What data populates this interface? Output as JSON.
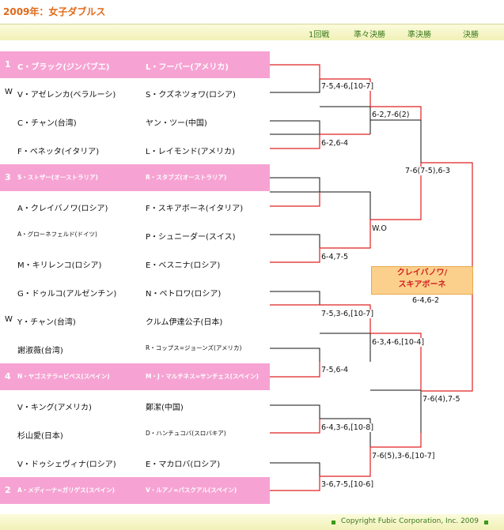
{
  "title": "2009年：女子ダブルス",
  "headers": [
    "1回戦",
    "準々決勝",
    "準決勝",
    "決勝"
  ],
  "rows": [
    {
      "prefix": "1",
      "p1": "C・ブラック(ジンバブエ)",
      "p2": "L・フーバー(アメリカ)",
      "seed": true
    },
    {
      "prefix": "W",
      "p1": "V・アゼレンカ(ベラルーシ)",
      "p2": "S・クズネツォワ(ロシア)"
    },
    {
      "prefix": "",
      "p1": "C・チャン(台湾)",
      "p2": "ヤン・ツー(中国)"
    },
    {
      "prefix": "",
      "p1": "F・ペネッタ(イタリア)",
      "p2": "L・レイモンド(アメリカ)"
    },
    {
      "prefix": "3",
      "p1": "S・ストザー(オーストラリア)",
      "p2": "R・スタブズ(オーストラリア)",
      "seed": true
    },
    {
      "prefix": "",
      "p1": "A・クレイバノワ(ロシア)",
      "p2": "F・スキアボーネ(イタリア)"
    },
    {
      "prefix": "",
      "p1": "A・グローネフェルド(ドイツ)",
      "p2": "P・シュニーダー(スイス)"
    },
    {
      "prefix": "",
      "p1": "M・キリレンコ(ロシア)",
      "p2": "E・ベスニナ(ロシア)"
    },
    {
      "prefix": "",
      "p1": "G・ドゥルコ(アルゼンチン)",
      "p2": "N・ペトロワ(ロシア)"
    },
    {
      "prefix": "W",
      "p1": "Y・チャン(台湾)",
      "p2": "クルム伊達公子(日本)"
    },
    {
      "prefix": "",
      "p1": "謝淑薇(台湾)",
      "p2": "R・コップス=ジョーンズ(アメリカ)"
    },
    {
      "prefix": "4",
      "p1": "N・ヤゴステラ=ビベス(スペイン)",
      "p2": "M・J・マルチネス=サンチェス(スペイン)",
      "seed": true
    },
    {
      "prefix": "",
      "p1": "V・キング(アメリカ)",
      "p2": "鄭潔(中国)"
    },
    {
      "prefix": "",
      "p1": "杉山愛(日本)",
      "p2": "D・ハンチュコバ(スロバキア)"
    },
    {
      "prefix": "",
      "p1": "V・ドゥシェヴィナ(ロシア)",
      "p2": "E・マカロバ(ロシア)"
    },
    {
      "prefix": "2",
      "p1": "A・メディーナ=ガリゲス(スペイン)",
      "p2": "V・ルアノ=パスクアル(スペイン)",
      "seed": true
    }
  ],
  "scores": {
    "r1": [
      "7-5,4-6,[10-7]",
      "6-2,6-4",
      "",
      "6-4,7-5",
      "7-5,3-6,[10-7]",
      "7-5,6-4",
      "6-4,3-6,[10-8]",
      "3-6,7-5,[10-6]"
    ],
    "qf": [
      "6-2,7-6(2)",
      "W.O",
      "6-3,4-6,[10-4]",
      "7-6(5),3-6,[10-7]"
    ],
    "sf": [
      "7-6(7-5),6-3",
      "7-6(4),7-5"
    ],
    "final": "6-4,6-2"
  },
  "winner": {
    "line1": "クレイバノワ/",
    "line2": "スキアボーネ"
  },
  "footer": "Copyright  Fubic Corporation, Inc. 2009",
  "colors": {
    "accent": "#e06a1a",
    "seed_bg": "#f6a3d3",
    "winner_line": "#e02020",
    "header_text": "#3a7a1a"
  }
}
